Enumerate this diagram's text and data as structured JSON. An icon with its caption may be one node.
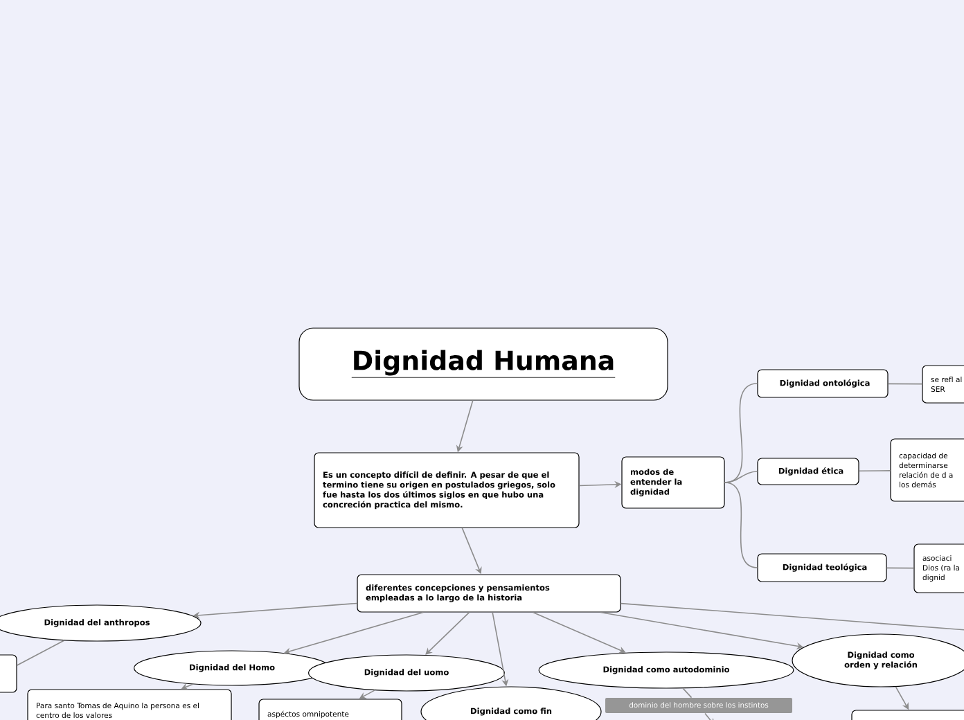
{
  "diagram": {
    "nodes": [
      {
        "text": [
          "Dignidad Humana"
        ]
      },
      {
        "text": [
          "Es un concepto difícil de definir. A pesar de que el termino tiene su origen en postulados griegos, solo fue hasta los dos últimos siglos en que hubo una concreción practica del mismo."
        ]
      },
      {
        "text": [
          "modos de entender la dignidad"
        ]
      },
      {
        "text": [
          "Dignidad ontológica"
        ]
      },
      {
        "text": [
          "Dignidad ética"
        ]
      },
      {
        "text": [
          "Dignidad teológica"
        ]
      },
      {
        "text": [
          "se refl al SER"
        ]
      },
      {
        "text": [
          "capacidad de determinarse relación de d a los demás"
        ]
      },
      {
        "text": [
          "asociaci Dios (ra la dignid"
        ]
      },
      {
        "text": [
          "diferentes concepciones y pensamientos empleadas a lo largo de la historia"
        ]
      },
      {
        "text": [
          "Dignidad del anthropos"
        ]
      },
      {
        "text": [
          "Dignidad del Homo"
        ]
      },
      {
        "text": [
          "Dignidad del uomo"
        ]
      },
      {
        "text": [
          "Dignidad como fin"
        ]
      },
      {
        "text": [
          "Dignidad como autodominio"
        ]
      },
      {
        "text": [
          "Dignidad como orden y relación"
        ]
      },
      {
        "text": [],
        "shape": "box"
      },
      {
        "text": [
          "Para santo Tomas de Aquino la persona es el centro de los valores"
        ]
      },
      {
        "text": [
          "aspéctos omnipotente"
        ]
      },
      {
        "text": [
          "dominio del hombre sobre los instintos"
        ]
      },
      {
        "text": [],
        "shape": "box"
      }
    ],
    "edges": [
      {
        "from": 0,
        "to": 1,
        "arrow": "to"
      },
      {
        "from": 1,
        "to": 2,
        "arrow": "to"
      },
      {
        "from": 2,
        "to": 3,
        "arrow": "none"
      },
      {
        "from": 2,
        "to": 4,
        "arrow": "none"
      },
      {
        "from": 2,
        "to": 5,
        "arrow": "none"
      },
      {
        "from": 3,
        "to": 6,
        "arrow": "none"
      },
      {
        "from": 4,
        "to": 7,
        "arrow": "none"
      },
      {
        "from": 5,
        "to": 8,
        "arrow": "none"
      },
      {
        "from": 1,
        "to": 9,
        "arrow": "to"
      },
      {
        "from": 9,
        "to": 10,
        "arrow": "to"
      },
      {
        "from": 9,
        "to": 11,
        "arrow": "to"
      },
      {
        "from": 9,
        "to": 12,
        "arrow": "to"
      },
      {
        "from": 9,
        "to": 13,
        "arrow": "to"
      },
      {
        "from": 9,
        "to": 14,
        "arrow": "to"
      },
      {
        "from": 9,
        "to": 15,
        "arrow": "to"
      },
      {
        "from": 9,
        "to": null,
        "arrow": "none"
      },
      {
        "from": 10,
        "to": 16,
        "arrow": "none"
      },
      {
        "from": 11,
        "to": 17,
        "arrow": "to"
      },
      {
        "from": 12,
        "to": 18,
        "arrow": "to"
      },
      {
        "from": 14,
        "to": 19,
        "arrow": "none"
      },
      {
        "from": 19,
        "to": null,
        "arrow": "to"
      },
      {
        "from": 15,
        "to": 20,
        "arrow": "to"
      }
    ]
  }
}
